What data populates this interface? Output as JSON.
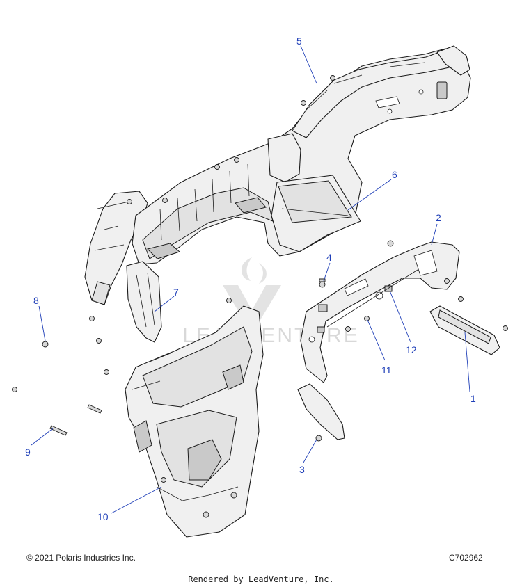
{
  "diagram": {
    "callouts": [
      {
        "id": "1",
        "label": "1"
      },
      {
        "id": "2",
        "label": "2"
      },
      {
        "id": "3",
        "label": "3"
      },
      {
        "id": "4",
        "label": "4"
      },
      {
        "id": "5",
        "label": "5"
      },
      {
        "id": "6",
        "label": "6"
      },
      {
        "id": "7",
        "label": "7"
      },
      {
        "id": "8",
        "label": "8"
      },
      {
        "id": "9",
        "label": "9"
      },
      {
        "id": "10",
        "label": "10"
      },
      {
        "id": "11",
        "label": "11"
      },
      {
        "id": "12",
        "label": "12"
      }
    ],
    "watermark": "LEADVENTURE",
    "callout_color": "#1f3fb8"
  },
  "footer": {
    "copyright": "© 2021 Polaris Industries Inc.",
    "figure_code": "C702962",
    "rendered_by": "Rendered by LeadVenture, Inc."
  }
}
